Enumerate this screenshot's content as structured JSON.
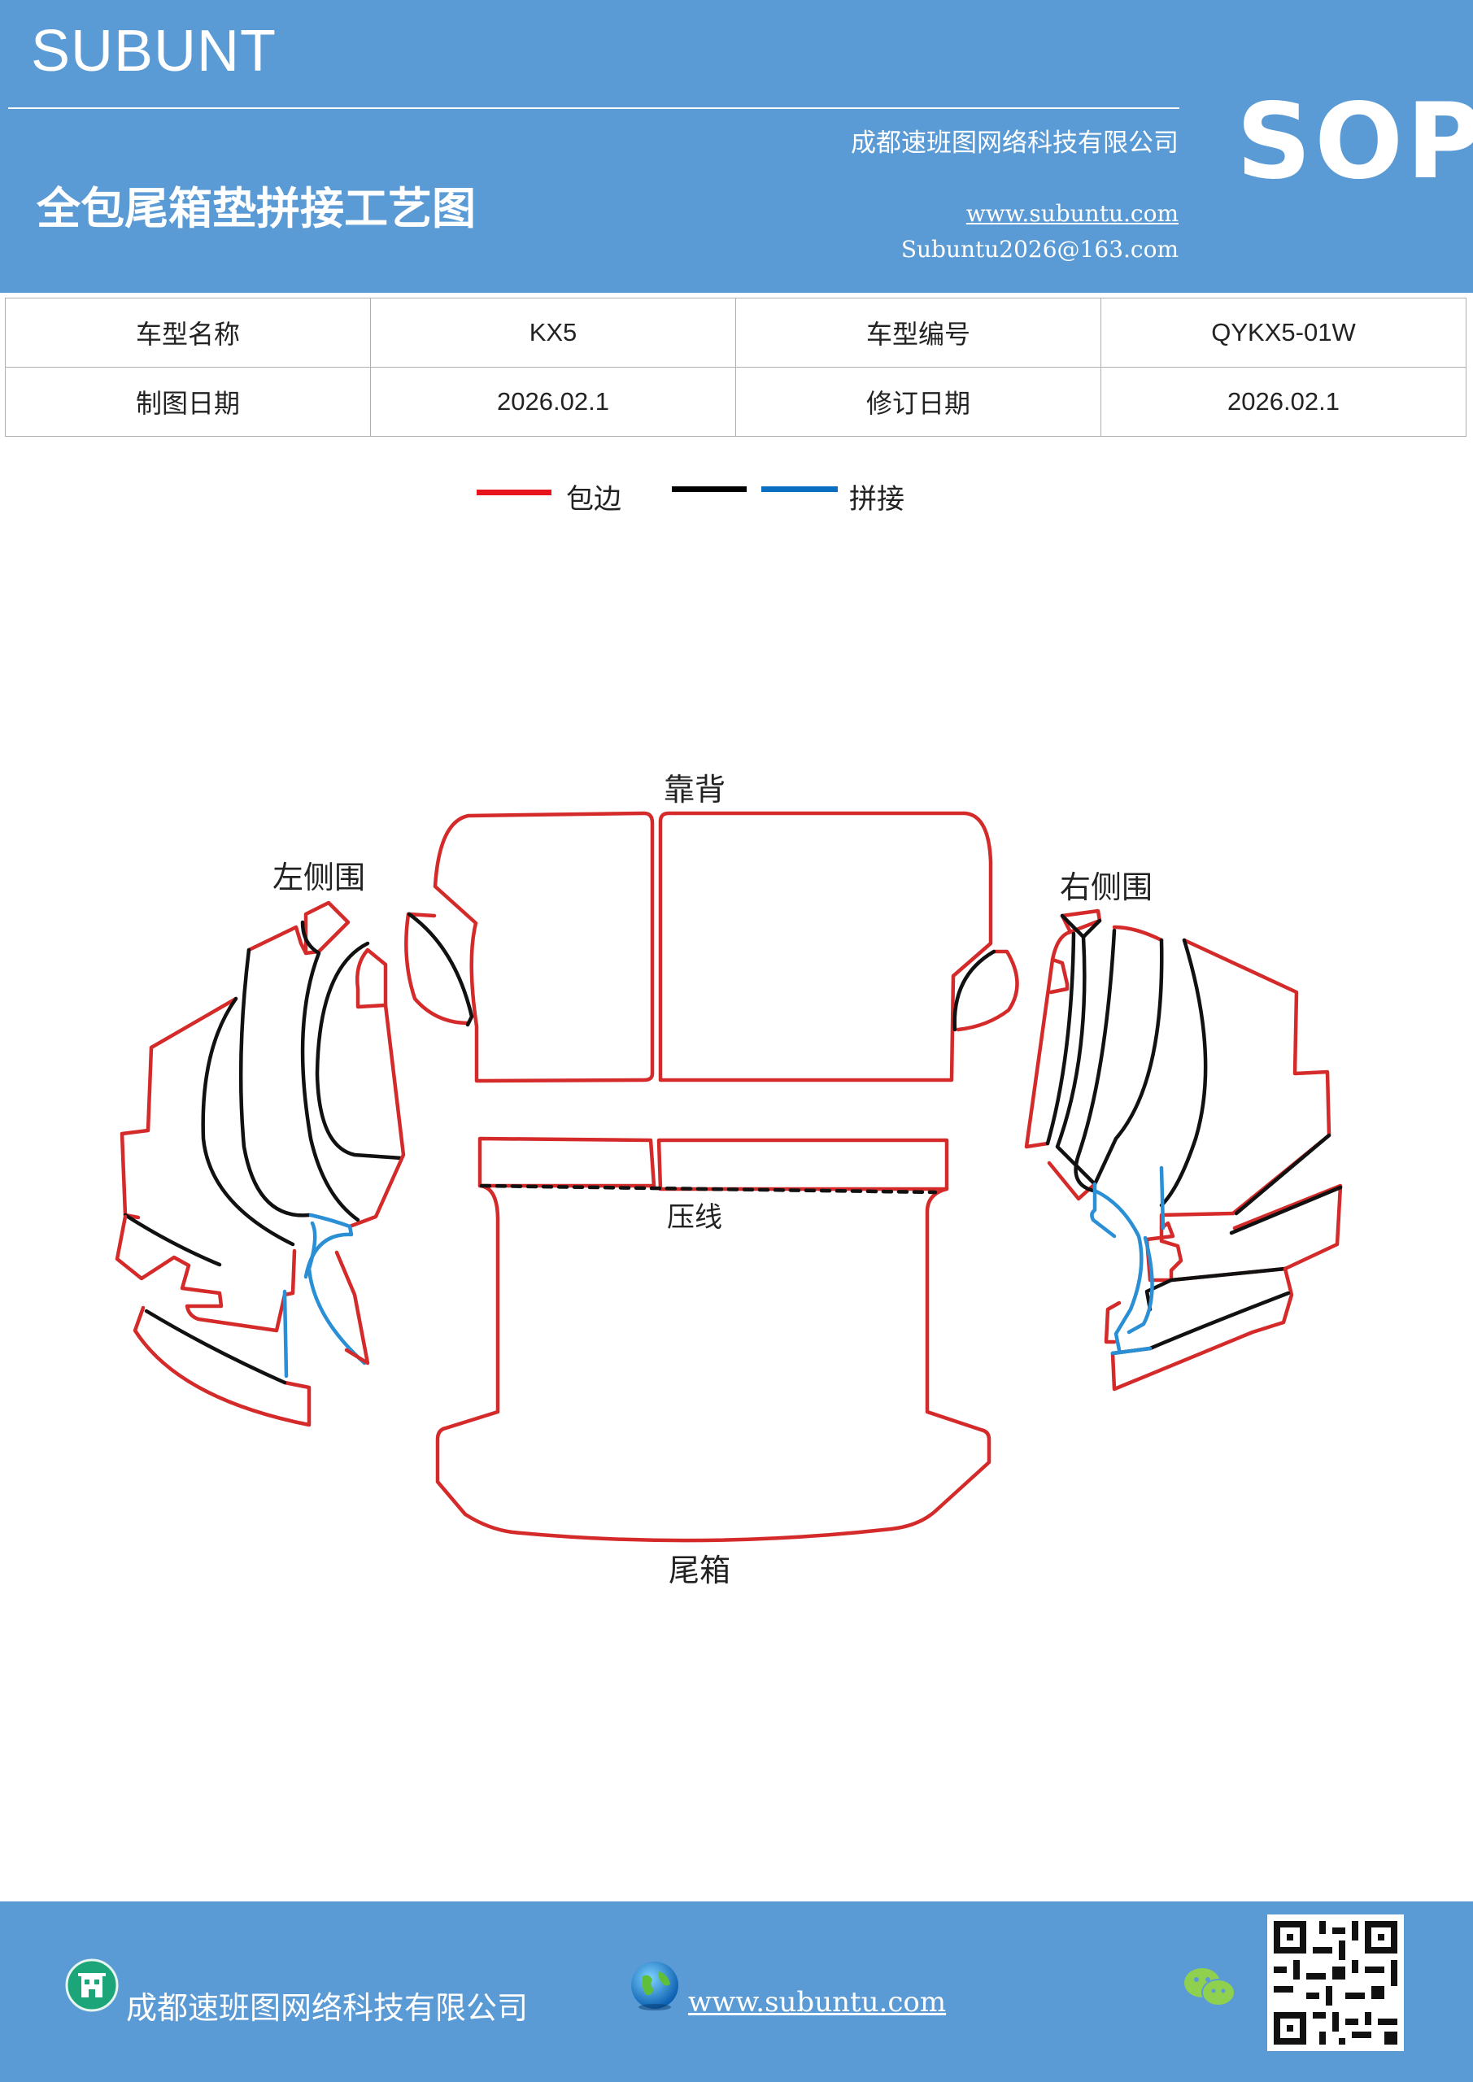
{
  "header": {
    "brand": "SUBUNT",
    "company": "成都速班图网络科技有限公司",
    "title": "全包尾箱垫拼接工艺图",
    "website": "www.subuntu.com",
    "email": "Subuntu2026@163.com",
    "badge": "SOP"
  },
  "info": {
    "rows": [
      [
        "车型名称",
        "KX5",
        "车型编号",
        "QYKX5-01W"
      ],
      [
        "制图日期",
        "2026.02.1",
        "修订日期",
        "2026.02.1"
      ]
    ]
  },
  "legend": {
    "edge_label": "包边",
    "splice_label": "拼接",
    "colors": {
      "edge": "#e8141c",
      "black": "#000000",
      "splice": "#0b6fc1"
    }
  },
  "diagram": {
    "labels": {
      "backrest": "靠背",
      "left_side": "左侧围",
      "right_side": "右侧围",
      "crease": "压线",
      "trunk": "尾箱"
    },
    "colors": {
      "edge": "#d42a2a",
      "inner": "#111111",
      "splice": "#2a8fd4"
    }
  },
  "footer": {
    "company": "成都速班图网络科技有限公司",
    "website": "www.subuntu.com",
    "icons": [
      "building-icon",
      "globe-icon",
      "wechat-icon",
      "qr-code"
    ]
  }
}
